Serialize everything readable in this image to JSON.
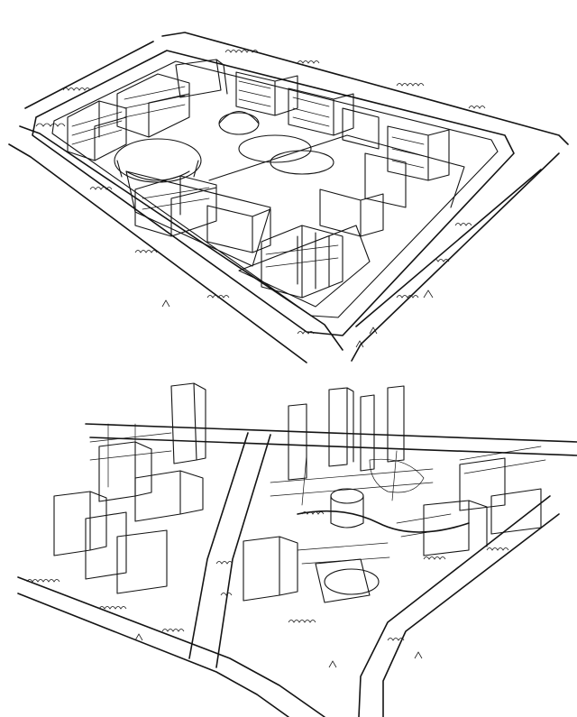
{
  "image": {
    "sketches": [
      {
        "subject": "master-plan-block-perspective",
        "style": "black ink line drawing"
      },
      {
        "subject": "urban-district-aerial-perspective",
        "style": "black ink line drawing"
      }
    ],
    "colors": {
      "paper": "#ffffff",
      "ink": "#141414"
    }
  }
}
